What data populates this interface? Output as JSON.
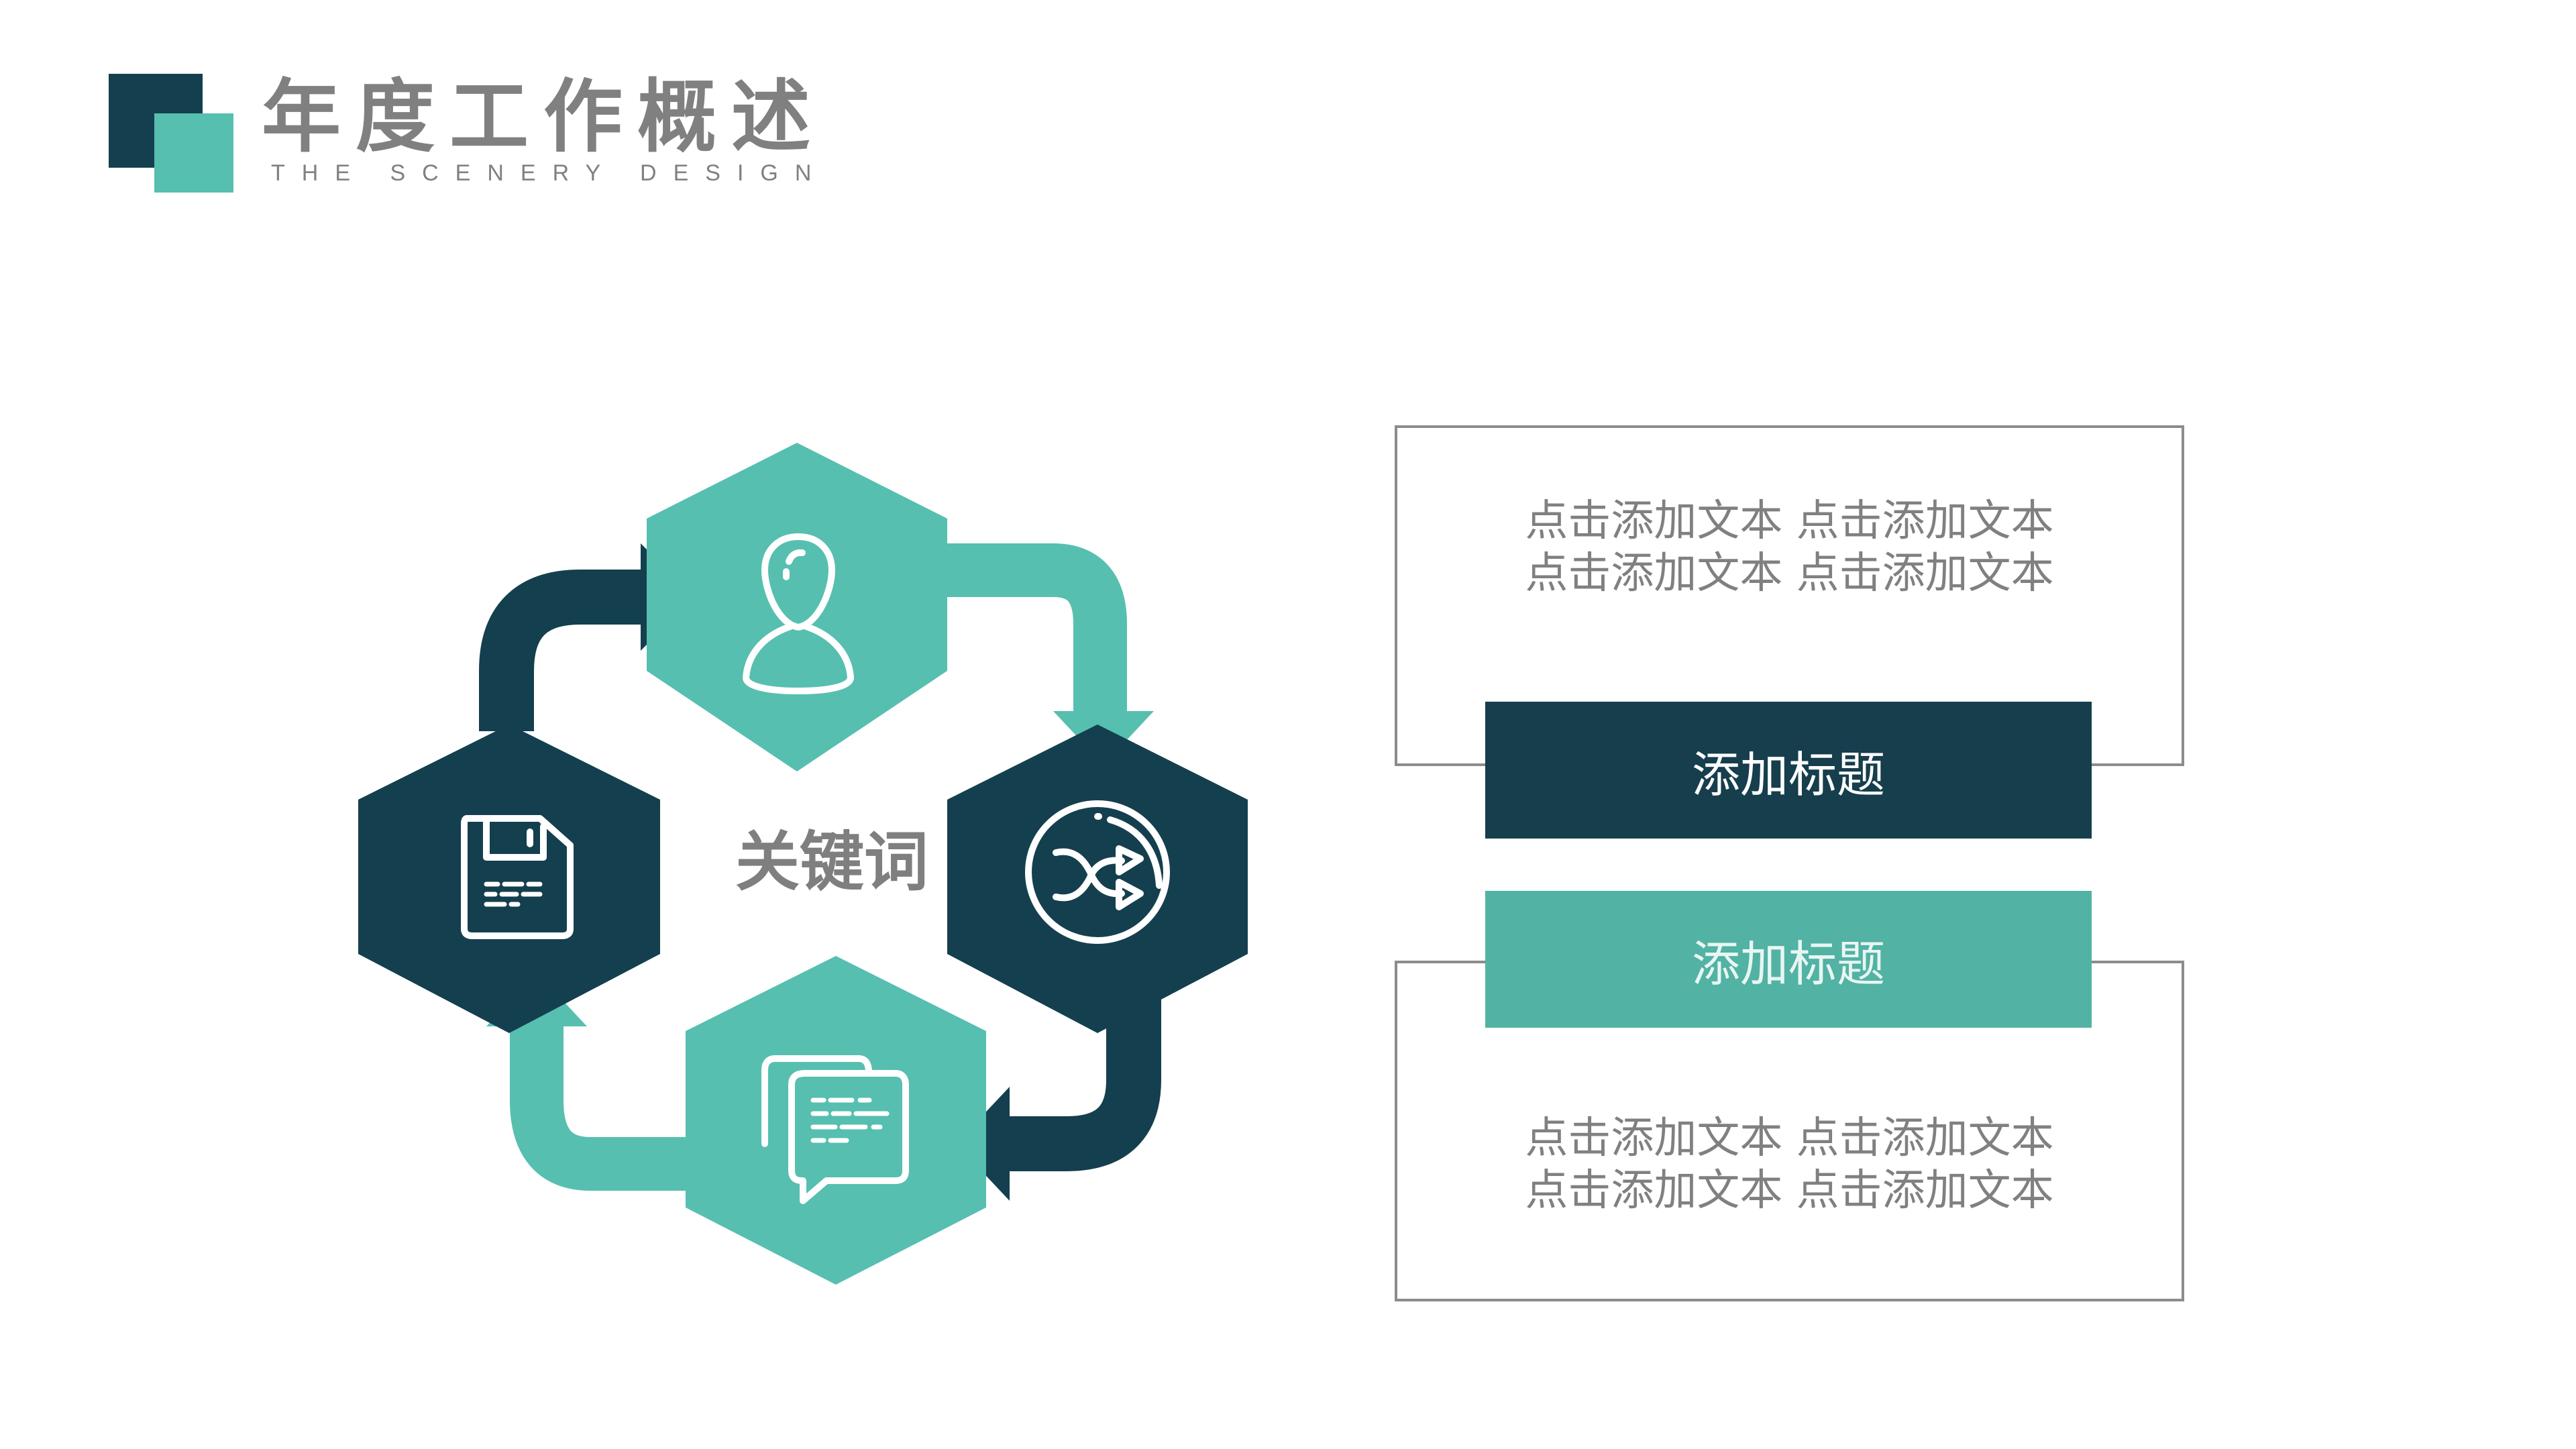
{
  "header": {
    "title": "年度工作概述",
    "subtitle": "THE SCENERY DESIGN"
  },
  "colors": {
    "dark": "#143f4e",
    "teal": "#56bfb0",
    "teal_bar": "#52b2a3",
    "text_gray": "#808080",
    "border_gray": "#8c8c8c"
  },
  "diagram": {
    "center_label": "关键词",
    "nodes": [
      {
        "position": "top",
        "icon": "user-icon",
        "color": "teal"
      },
      {
        "position": "right",
        "icon": "shuffle-icon",
        "color": "dark"
      },
      {
        "position": "bottom",
        "icon": "chat-icon",
        "color": "teal"
      },
      {
        "position": "left",
        "icon": "save-document-icon",
        "color": "dark"
      }
    ]
  },
  "panels": [
    {
      "title": "添加标题",
      "lines": [
        "点击添加文本 点击添加文本",
        "点击添加文本 点击添加文本"
      ]
    },
    {
      "title": "添加标题",
      "lines": [
        "点击添加文本 点击添加文本",
        "点击添加文本 点击添加文本"
      ]
    }
  ]
}
